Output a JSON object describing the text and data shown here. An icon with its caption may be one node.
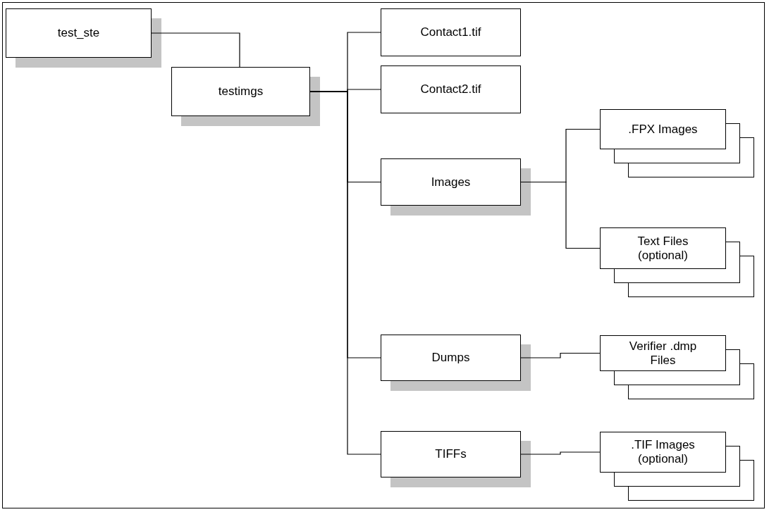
{
  "diagram": {
    "nodes": [
      {
        "text": [
          "test_ste"
        ]
      },
      {
        "text": [
          "testimgs"
        ]
      },
      {
        "text": [
          "Contact1.tif"
        ]
      },
      {
        "text": [
          "Contact2.tif"
        ]
      },
      {
        "text": [
          "Images"
        ]
      },
      {
        "text": [
          ".FPX Images"
        ]
      },
      {
        "text": [
          "Text Files (optional)"
        ]
      },
      {
        "text": [
          "Dumps"
        ]
      },
      {
        "text": [
          "Verifier .dmp Files"
        ]
      },
      {
        "text": [
          "TIFFs"
        ]
      },
      {
        "text": [
          ".TIF Images (optional)"
        ]
      }
    ],
    "edges": [
      {
        "from": 0,
        "to": 1,
        "arrow": "none"
      },
      {
        "from": 1,
        "to": 2,
        "arrow": "none"
      },
      {
        "from": 1,
        "to": 3,
        "arrow": "none"
      },
      {
        "from": 1,
        "to": 4,
        "arrow": "none"
      },
      {
        "from": 1,
        "to": 7,
        "arrow": "none"
      },
      {
        "from": 1,
        "to": 9,
        "arrow": "none"
      },
      {
        "from": 4,
        "to": 5,
        "arrow": "none"
      },
      {
        "from": 4,
        "to": 6,
        "arrow": "none"
      },
      {
        "from": 7,
        "to": 8,
        "arrow": "none"
      },
      {
        "from": 9,
        "to": 10,
        "arrow": "none"
      }
    ]
  }
}
